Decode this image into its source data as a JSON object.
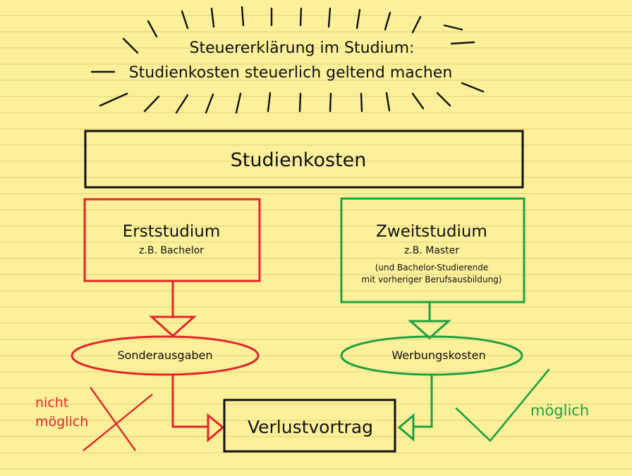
{
  "title": {
    "line1": "Steuererklärung im Studium:",
    "line2": "Studienkosten steuerlich geltend machen"
  },
  "top_box": {
    "label": "Studienkosten"
  },
  "left_branch": {
    "box_title": "Erststudium",
    "box_sub": "z.B. Bachelor",
    "oval_label": "Sonderausgaben",
    "color": "#e0262a",
    "verdict_line1": "nicht",
    "verdict_line2": "möglich"
  },
  "right_branch": {
    "box_title": "Zweitstudium",
    "box_sub": "z.B. Master",
    "box_note_line1": "(und Bachelor-Studierende",
    "box_note_line2": "mit vorheriger Berufsausbildung)",
    "oval_label": "Werbungskosten",
    "color": "#1fa040",
    "verdict": "möglich"
  },
  "bottom_box": {
    "label": "Verlustvortrag"
  }
}
